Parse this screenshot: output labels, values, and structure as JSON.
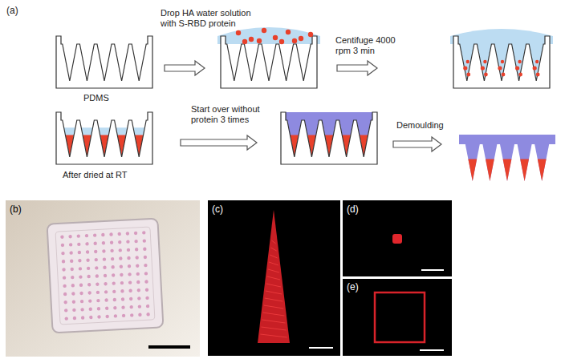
{
  "diagram": {
    "labels": [
      "(a)",
      "Drop HA water solution with S-RBD protein",
      "Centifuge 4000 rpm 3 min",
      "PDMS",
      "After dried at RT",
      "Start over without protein 3 times",
      "Demoulding",
      "(b)",
      "(c)",
      "(d)",
      "(e)"
    ]
  }
}
